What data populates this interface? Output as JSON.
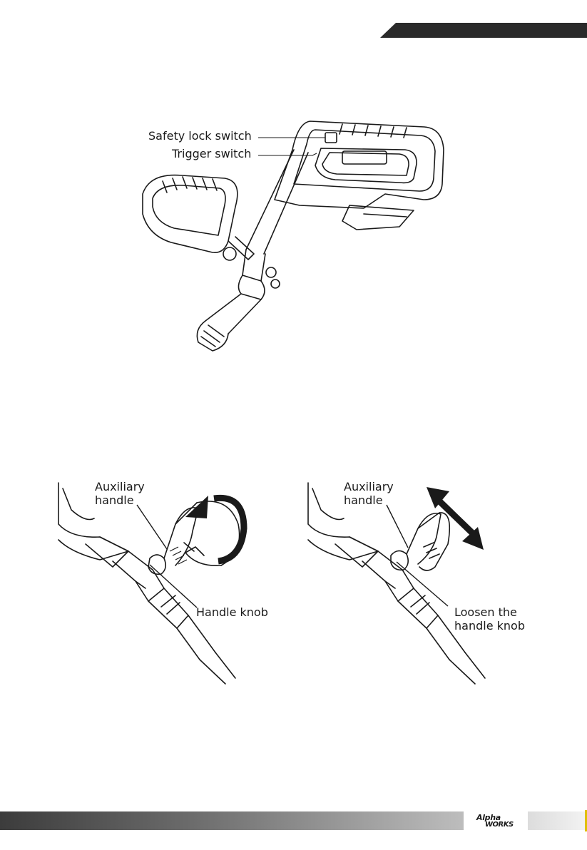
{
  "figure1": {
    "callouts": {
      "safety_lock": "Safety lock switch",
      "trigger": "Trigger switch"
    }
  },
  "figure2": {
    "left": {
      "auxiliary_handle": "Auxiliary\nhandle",
      "handle_knob": "Handle knob"
    },
    "right": {
      "auxiliary_handle": "Auxiliary\nhandle",
      "loosen_knob": "Loosen the\nhandle knob"
    }
  },
  "footer": {
    "logo_line1": "Alpha",
    "logo_line2": "WORKS"
  },
  "colors": {
    "ink": "#1a1a1a",
    "header_band": "#2a2a2a",
    "footer_accent": "#e0c000"
  }
}
